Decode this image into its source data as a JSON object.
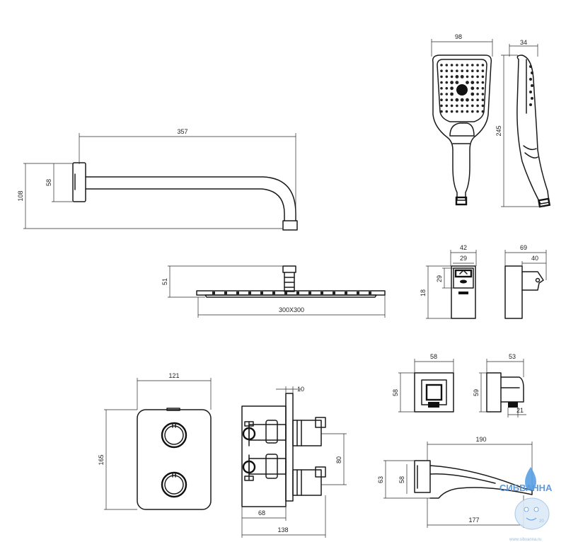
{
  "dimensions": {
    "arm_length": "357",
    "arm_height": "108",
    "arm_flange": "58",
    "hand_width": "98",
    "hand_depth": "34",
    "hand_length": "245",
    "head_size": "300X300",
    "head_height": "51",
    "holder_width": "42",
    "holder_inner_w": "29",
    "holder_inner_h": "29",
    "holder_height": "18",
    "holder_side_depth": "69",
    "holder_side_inner": "40",
    "plate_width": "121",
    "plate_height": "165",
    "body_flange": "10",
    "body_spacing": "80",
    "body_depth_a": "68",
    "body_depth_b": "138",
    "outlet_width": "58",
    "outlet_height": "58",
    "outlet_depth": "53",
    "outlet_side_h": "59",
    "outlet_nipple": "21",
    "spout_length": "190",
    "spout_height": "63",
    "spout_flange": "58",
    "spout_reach": "177"
  },
  "watermark": {
    "brand": "СИБВАННА",
    "url": "www.sibvanna.ru",
    "badge": "20",
    "color": "#4a90d9"
  }
}
